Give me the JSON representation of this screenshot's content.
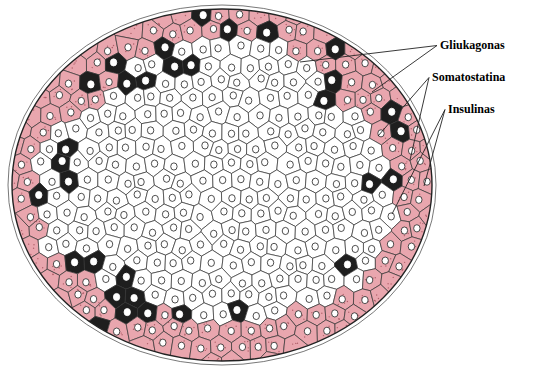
{
  "diagram": {
    "labels": [
      "Gliukagonas",
      "Somatostatina",
      "Insulinas"
    ]
  }
}
